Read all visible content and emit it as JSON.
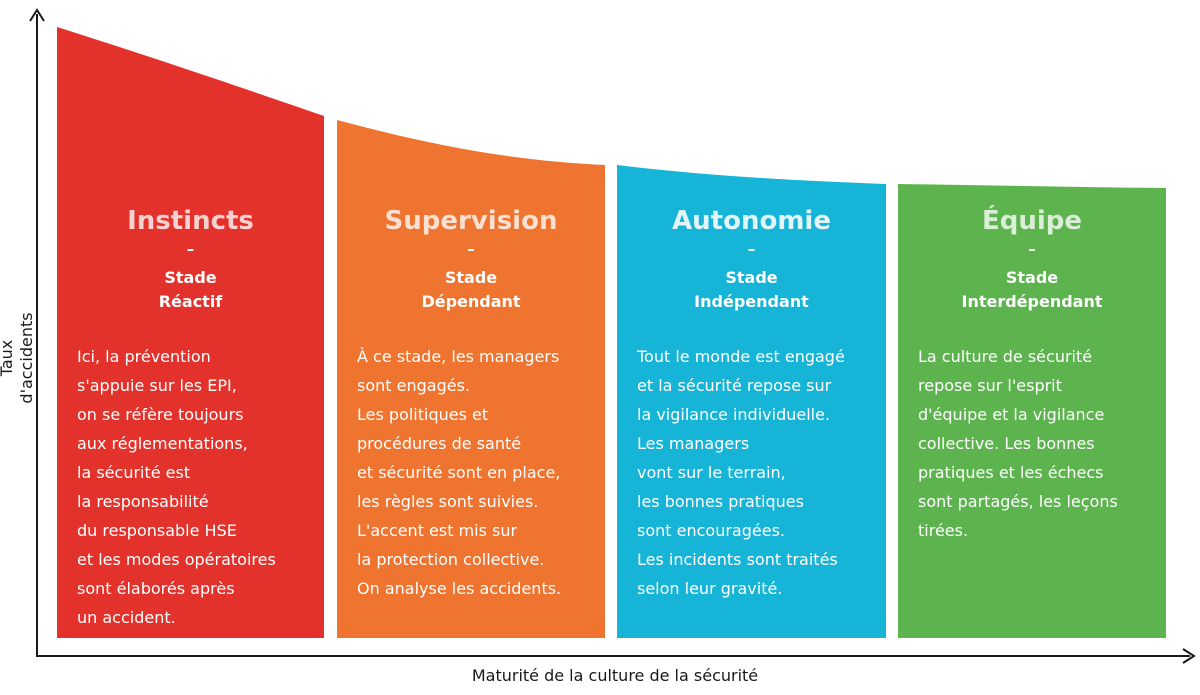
{
  "axes": {
    "x_label": "Maturité de la culture de la sécurité",
    "y_label": "Taux d'accidents"
  },
  "colors": {
    "instincts": "#e3322b",
    "supervision": "#ee7430",
    "autonomie": "#16b4d6",
    "equipe": "#5db44f",
    "axis": "#1a1a1a"
  },
  "stages": [
    {
      "id": "instincts",
      "title": "Instincts",
      "dash": "–",
      "stage_lines": [
        "Stade",
        "Réactif"
      ],
      "description_lines": [
        "Ici, la prévention",
        "s'appuie sur les EPI,",
        "on se réfère toujours",
        "aux réglementations,",
        "la sécurité est",
        "la responsabilité",
        "du responsable HSE",
        "et les modes opératoires",
        "sont élaborés après",
        "un accident."
      ]
    },
    {
      "id": "supervision",
      "title": "Supervision",
      "dash": "–",
      "stage_lines": [
        "Stade",
        "Dépendant"
      ],
      "description_lines": [
        "À ce stade, les managers",
        "sont engagés.",
        "Les politiques et",
        "procédures de santé",
        "et sécurité sont en place,",
        "les règles sont suivies.",
        "L'accent est mis sur",
        "la protection collective.",
        "On analyse les accidents."
      ]
    },
    {
      "id": "autonomie",
      "title": "Autonomie",
      "dash": "–",
      "stage_lines": [
        "Stade",
        "Indépendant"
      ],
      "description_lines": [
        "Tout le monde est engagé",
        "et la sécurité repose sur",
        "la vigilance individuelle.",
        "Les managers",
        "vont sur le terrain,",
        "les bonnes pratiques",
        "sont encouragées.",
        "Les incidents sont traités",
        "selon leur gravité."
      ]
    },
    {
      "id": "equipe",
      "title": "Équipe",
      "dash": "–",
      "stage_lines": [
        "Stade",
        "Interdépendant"
      ],
      "description_lines": [
        "La culture de sécurité",
        "repose sur l'esprit",
        "d'équipe et la vigilance",
        "collective. Les bonnes",
        "pratiques et les échecs",
        "sont partagés, les leçons",
        "tirées."
      ]
    }
  ]
}
